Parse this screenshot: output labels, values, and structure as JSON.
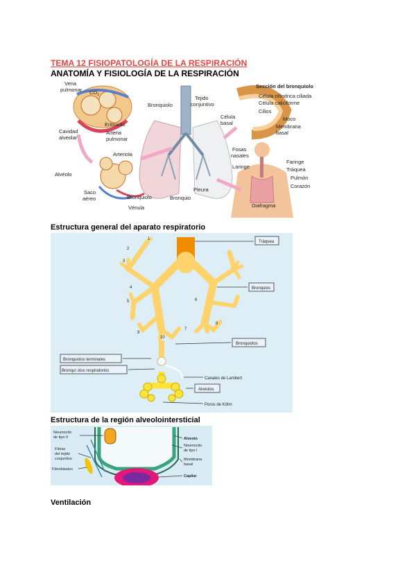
{
  "doc": {
    "title": "TEMA 12 FISIOPATOLOGÍA DE LA RESPIRACIÓN",
    "section1": "ANATOMÍA Y FISIOLOGÍA DE LA RESPIRACIÓN",
    "section2": "Estructura general del aparato respiratorio",
    "section3": "Estructura de la región alveolointersticial",
    "section4": "Ventilación"
  },
  "fig1": {
    "vena_pulmonar": [
      "Vena",
      "pulmonar"
    ],
    "co2": "CO",
    "co2_sub": "2",
    "eritrocito": "Eritrocito",
    "cavidad_alveolar": [
      "Cavidad",
      "alveolar"
    ],
    "arteria_pulmonar": [
      "Arteria",
      "pulmonar"
    ],
    "bronquiolo_top": "Bronquiolo",
    "tejido_conjuntivo": [
      "Tejido",
      "conjuntivo"
    ],
    "seccion_bronquiolo": "Sección del bronquiolo",
    "celula_ciliada": "Célula cilíndrica ciliada",
    "celula_caliciforme": "Célula caliciforme",
    "cilios": "Cilios",
    "moco": "Moco",
    "membrana_basal": [
      "Membrana",
      "basal"
    ],
    "celula_basal": [
      "Célula",
      "basal"
    ],
    "arteriola": "Arteriola",
    "alveolo": "Alvéolo",
    "saco_aereo": [
      "Saco",
      "aéreo"
    ],
    "bronquiolo_bottom": "Bronquiolo",
    "venula": "Vénula",
    "pleura": "Pleura",
    "bronquio": "Bronquio",
    "fosas_nasales": [
      "Fosas",
      "nasales"
    ],
    "faringe": "Faringe",
    "laringe": "Laringe",
    "traquea": "Tráquea",
    "pulmon": "Pulmón",
    "corazon": "Corazón",
    "diafragma": "Diafragma"
  },
  "fig2": {
    "traquea": "Tráquea",
    "bronquios": "Bronquios",
    "bronquiolos": "Bronquiolos",
    "bronquiolos_terminales": "Bronquiolos terminales",
    "bronquiolos_respiratorios": "Bronquí olos respiratorios",
    "canales_lambert": "Canales de Lambert",
    "alveolos": "Alvéolos",
    "poros_kohn": "Poros de Köhn",
    "n1": "1",
    "n2": "2",
    "n3": "3",
    "n4": "4",
    "n5": "5",
    "n6": "6",
    "n7": "7",
    "n8": "8",
    "n9": "9",
    "n10": "10",
    "colors": {
      "trachea": "#f28c00",
      "airway": "#ffd36b",
      "frame": "#ddeef7"
    }
  },
  "fig3": {
    "neumocito_ii": [
      "Neumocito",
      "de tipo II"
    ],
    "fibras": [
      "Fibras",
      "del tejido",
      "conjuntivo"
    ],
    "fibroblastos": "Fibroblastos",
    "alveolo": "Alveolo",
    "neumocito_i": [
      "Neumocito",
      "de tipo I"
    ],
    "membrana_basal": [
      "Membrana",
      "basal"
    ],
    "capilar": "Capilar",
    "colors": {
      "background": "#d9ecf6",
      "epithelium": "#3aa37a",
      "capillary": "#e2187a",
      "lumen": "#7a2aa0"
    }
  }
}
